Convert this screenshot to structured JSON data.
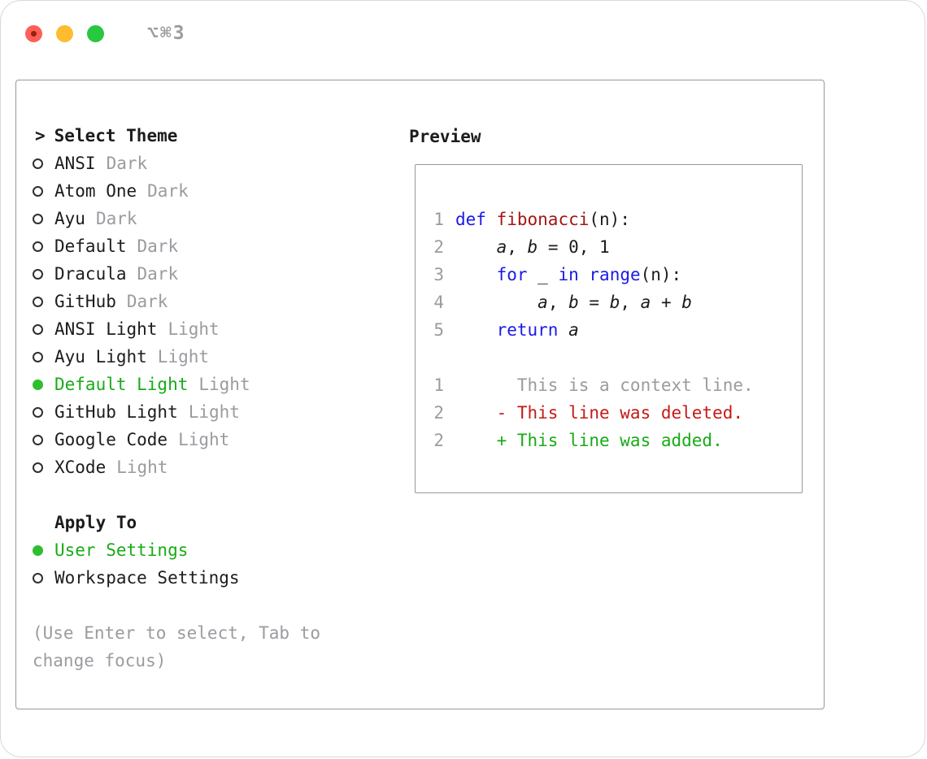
{
  "window": {
    "shortcut_label": "⌥⌘3"
  },
  "theme_picker": {
    "title_prefix": ">",
    "title": "Select Theme",
    "items": [
      {
        "name": "ANSI",
        "variant": "Dark",
        "selected": false
      },
      {
        "name": "Atom One",
        "variant": "Dark",
        "selected": false
      },
      {
        "name": "Ayu",
        "variant": "Dark",
        "selected": false
      },
      {
        "name": "Default",
        "variant": "Dark",
        "selected": false
      },
      {
        "name": "Dracula",
        "variant": "Dark",
        "selected": false
      },
      {
        "name": "GitHub",
        "variant": "Dark",
        "selected": false
      },
      {
        "name": "ANSI Light",
        "variant": "Light",
        "selected": false
      },
      {
        "name": "Ayu Light",
        "variant": "Light",
        "selected": false
      },
      {
        "name": "Default Light",
        "variant": "Light",
        "selected": true
      },
      {
        "name": "GitHub Light",
        "variant": "Light",
        "selected": false
      },
      {
        "name": "Google Code",
        "variant": "Light",
        "selected": false
      },
      {
        "name": "XCode",
        "variant": "Light",
        "selected": false
      }
    ]
  },
  "apply_to": {
    "title": "Apply To",
    "options": [
      {
        "label": "User Settings",
        "selected": true
      },
      {
        "label": "Workspace Settings",
        "selected": false
      }
    ]
  },
  "hint": "(Use Enter to select, Tab to change focus)",
  "preview": {
    "title": "Preview",
    "code_lines": [
      {
        "num": "1",
        "segments": [
          {
            "text": "def",
            "style": "keyword"
          },
          {
            "text": " ",
            "style": "plain"
          },
          {
            "text": "fibonacci",
            "style": "function"
          },
          {
            "text": "(n):",
            "style": "plain"
          }
        ]
      },
      {
        "num": "2",
        "segments": [
          {
            "text": "    ",
            "style": "plain"
          },
          {
            "text": "a",
            "style": "variable"
          },
          {
            "text": ", ",
            "style": "plain"
          },
          {
            "text": "b",
            "style": "variable"
          },
          {
            "text": " = ",
            "style": "plain"
          },
          {
            "text": "0, 1",
            "style": "plain"
          }
        ]
      },
      {
        "num": "3",
        "segments": [
          {
            "text": "    ",
            "style": "plain"
          },
          {
            "text": "for",
            "style": "keyword"
          },
          {
            "text": " _ ",
            "style": "plain"
          },
          {
            "text": "in",
            "style": "keyword"
          },
          {
            "text": " ",
            "style": "plain"
          },
          {
            "text": "range",
            "style": "keyword"
          },
          {
            "text": "(n):",
            "style": "plain"
          }
        ]
      },
      {
        "num": "4",
        "segments": [
          {
            "text": "        ",
            "style": "plain"
          },
          {
            "text": "a",
            "style": "variable"
          },
          {
            "text": ", ",
            "style": "plain"
          },
          {
            "text": "b",
            "style": "variable"
          },
          {
            "text": " = ",
            "style": "plain"
          },
          {
            "text": "b",
            "style": "variable"
          },
          {
            "text": ", ",
            "style": "plain"
          },
          {
            "text": "a",
            "style": "variable"
          },
          {
            "text": " + ",
            "style": "plain"
          },
          {
            "text": "b",
            "style": "variable"
          }
        ]
      },
      {
        "num": "5",
        "segments": [
          {
            "text": "    ",
            "style": "plain"
          },
          {
            "text": "return",
            "style": "keyword"
          },
          {
            "text": " ",
            "style": "plain"
          },
          {
            "text": "a",
            "style": "variable"
          }
        ]
      }
    ],
    "diff_lines": [
      {
        "num": "1",
        "text": "      This is a context line.",
        "style": "context"
      },
      {
        "num": "2",
        "text": "    - This line was deleted.",
        "style": "deleted"
      },
      {
        "num": "2",
        "text": "    + This line was added.",
        "style": "added"
      }
    ]
  },
  "colors": {
    "text": "#1c1c1e",
    "muted": "#9b9ba0",
    "green": "#17ab17",
    "dot-green": "#2ebe2e",
    "red": "#c41a16",
    "blue": "#1a1ae8",
    "function": "#a31515",
    "border": "#98989d",
    "window-border": "#d8d8dc",
    "traffic-red": "#ff5f57",
    "traffic-yellow": "#febc2e",
    "traffic-green": "#28c840"
  }
}
